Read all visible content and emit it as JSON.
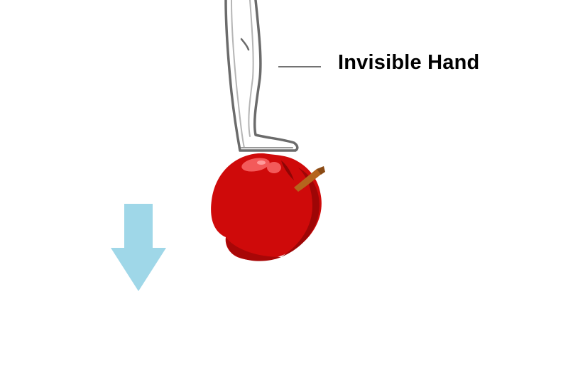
{
  "diagram": {
    "label": "Invisible Hand",
    "colors": {
      "arrow": "#9fd7e8",
      "apple_body": "#cf0a0a",
      "apple_shadow": "#9e0606",
      "apple_highlight": "#f35a5a",
      "stem": "#b5651d",
      "hand_outline": "#6b6b6b",
      "leader_line": "#444444"
    },
    "icons": {
      "hand": "invisible-hand-drawing",
      "apple": "red-apple",
      "arrow": "down-arrow"
    }
  }
}
